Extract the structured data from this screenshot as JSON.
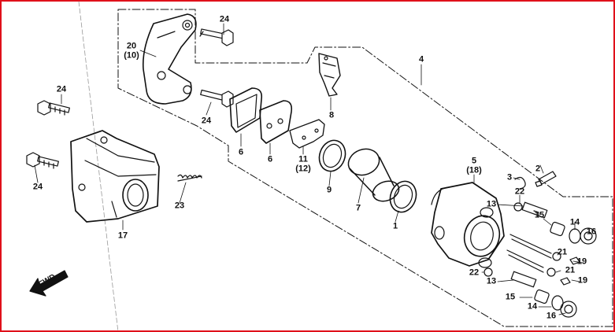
{
  "diagram": {
    "fwd_label": "FWD",
    "part_labels": [
      {
        "id": "24a",
        "text": "24"
      },
      {
        "id": "20",
        "text": "20"
      },
      {
        "id": "10",
        "text": "(10)"
      },
      {
        "id": "4",
        "text": "4"
      },
      {
        "id": "8",
        "text": "8"
      },
      {
        "id": "24b",
        "text": "24"
      },
      {
        "id": "24c",
        "text": "24"
      },
      {
        "id": "24d",
        "text": "24"
      },
      {
        "id": "6a",
        "text": "6"
      },
      {
        "id": "6b",
        "text": "6"
      },
      {
        "id": "11",
        "text": "11"
      },
      {
        "id": "12",
        "text": "(12)"
      },
      {
        "id": "9",
        "text": "9"
      },
      {
        "id": "7",
        "text": "7"
      },
      {
        "id": "1",
        "text": "1"
      },
      {
        "id": "5",
        "text": "5"
      },
      {
        "id": "18",
        "text": "(18)"
      },
      {
        "id": "3",
        "text": "3"
      },
      {
        "id": "2",
        "text": "2"
      },
      {
        "id": "22a",
        "text": "22"
      },
      {
        "id": "13a",
        "text": "13"
      },
      {
        "id": "15a",
        "text": "15"
      },
      {
        "id": "14a",
        "text": "14"
      },
      {
        "id": "16a",
        "text": "16"
      },
      {
        "id": "21a",
        "text": "21"
      },
      {
        "id": "19a",
        "text": "19"
      },
      {
        "id": "21b",
        "text": "21"
      },
      {
        "id": "22b",
        "text": "22"
      },
      {
        "id": "19b",
        "text": "19"
      },
      {
        "id": "13b",
        "text": "13"
      },
      {
        "id": "15b",
        "text": "15"
      },
      {
        "id": "14b",
        "text": "14"
      },
      {
        "id": "16b",
        "text": "16"
      },
      {
        "id": "23",
        "text": "23"
      },
      {
        "id": "17",
        "text": "17"
      }
    ]
  }
}
